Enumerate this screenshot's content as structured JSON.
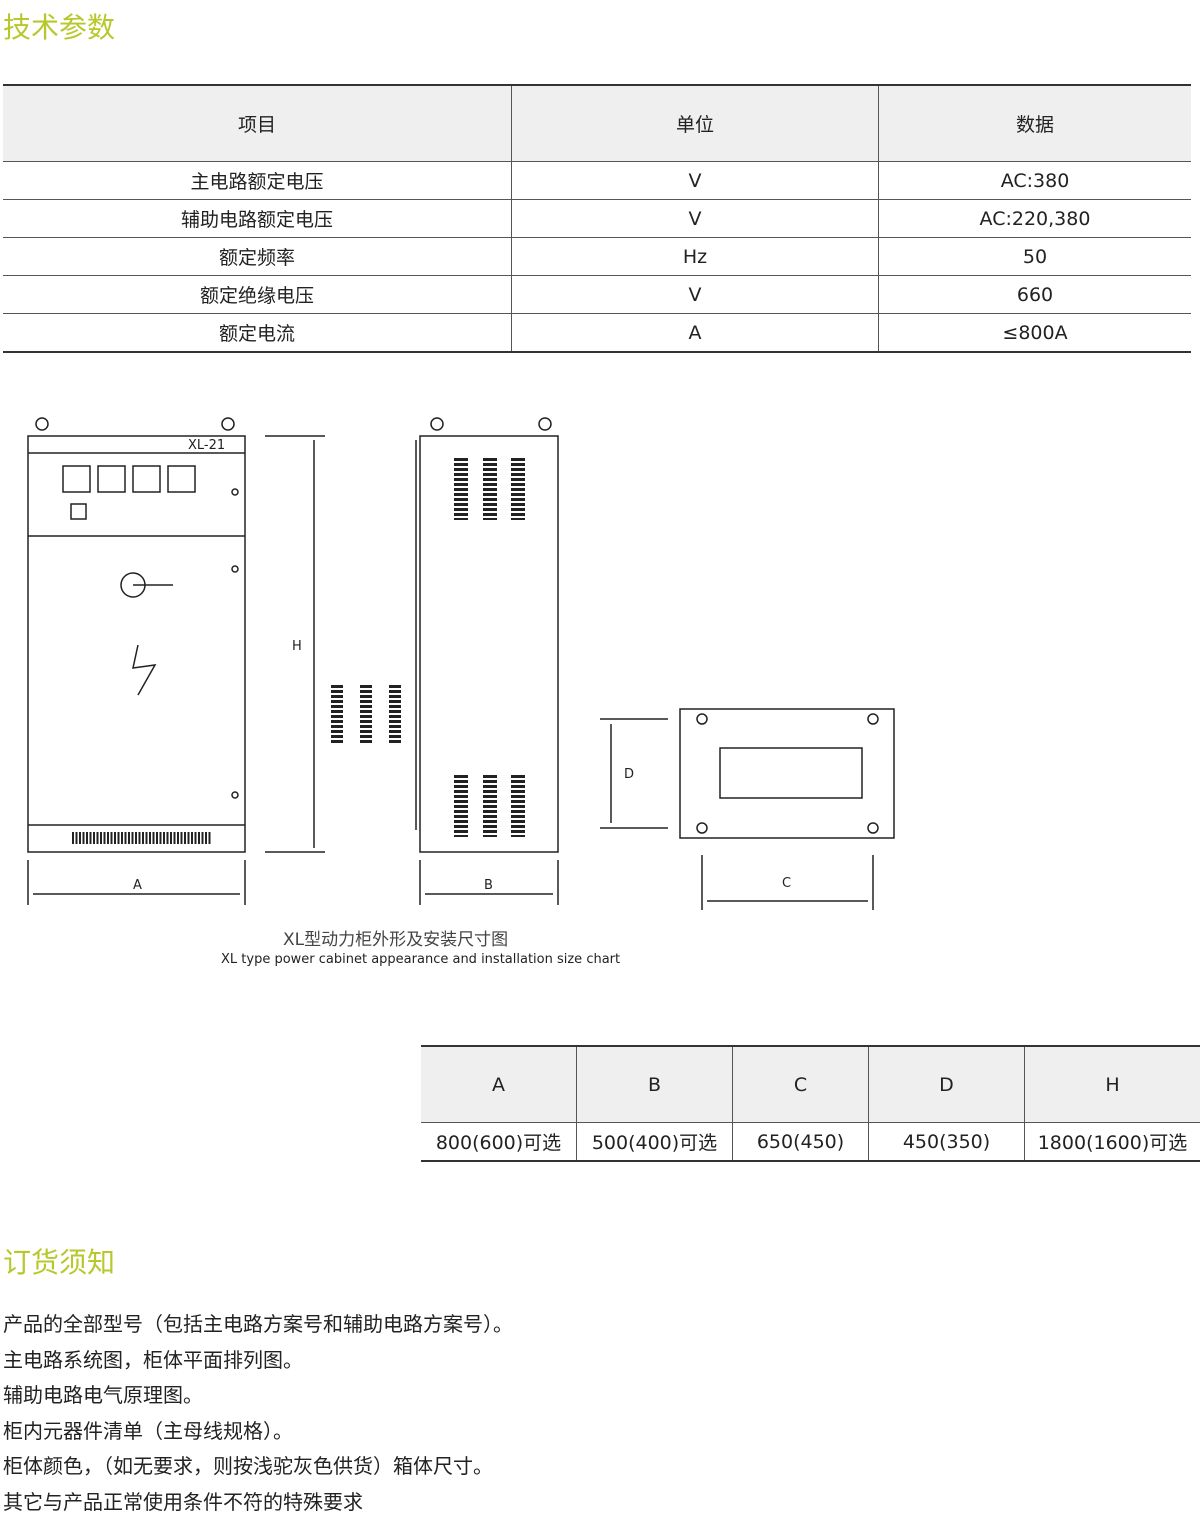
{
  "sections": {
    "tech": "技术参数",
    "order": "订货须知"
  },
  "spec_table": {
    "headers": [
      "项目",
      "单位",
      "数据"
    ],
    "rows": [
      [
        "主电路额定电压",
        "V",
        "AC:380"
      ],
      [
        "辅助电路额定电压",
        "V",
        "AC:220,380"
      ],
      [
        "额定频率",
        "Hz",
        "50"
      ],
      [
        "额定绝缘电压",
        "V",
        "660"
      ],
      [
        "额定电流",
        "A",
        "≤800A"
      ]
    ]
  },
  "figure": {
    "model_label": "XL-21",
    "dim_labels": {
      "A": "A",
      "B": "B",
      "C": "C",
      "D": "D",
      "H": "H"
    },
    "caption_cn": "XL型动力柜外形及安装尺寸图",
    "caption_en": "XL type power cabinet appearance and installation size chart"
  },
  "dim_table": {
    "headers": [
      "A",
      "B",
      "C",
      "D",
      "H"
    ],
    "values": [
      "800(600)可选",
      "500(400)可选",
      "650(450)",
      "450(350)",
      "1800(1600)可选"
    ]
  },
  "notes": [
    "产品的全部型号（包括主电路方案号和辅助电路方案号）。",
    "主电路系统图，柜体平面排列图。",
    "辅助电路电气原理图。",
    "柜内元器件清单（主母线规格）。",
    "柜体颜色，（如无要求，则按浅驼灰色供货）箱体尺寸。",
    "其它与产品正常使用条件不符的特殊要求"
  ]
}
